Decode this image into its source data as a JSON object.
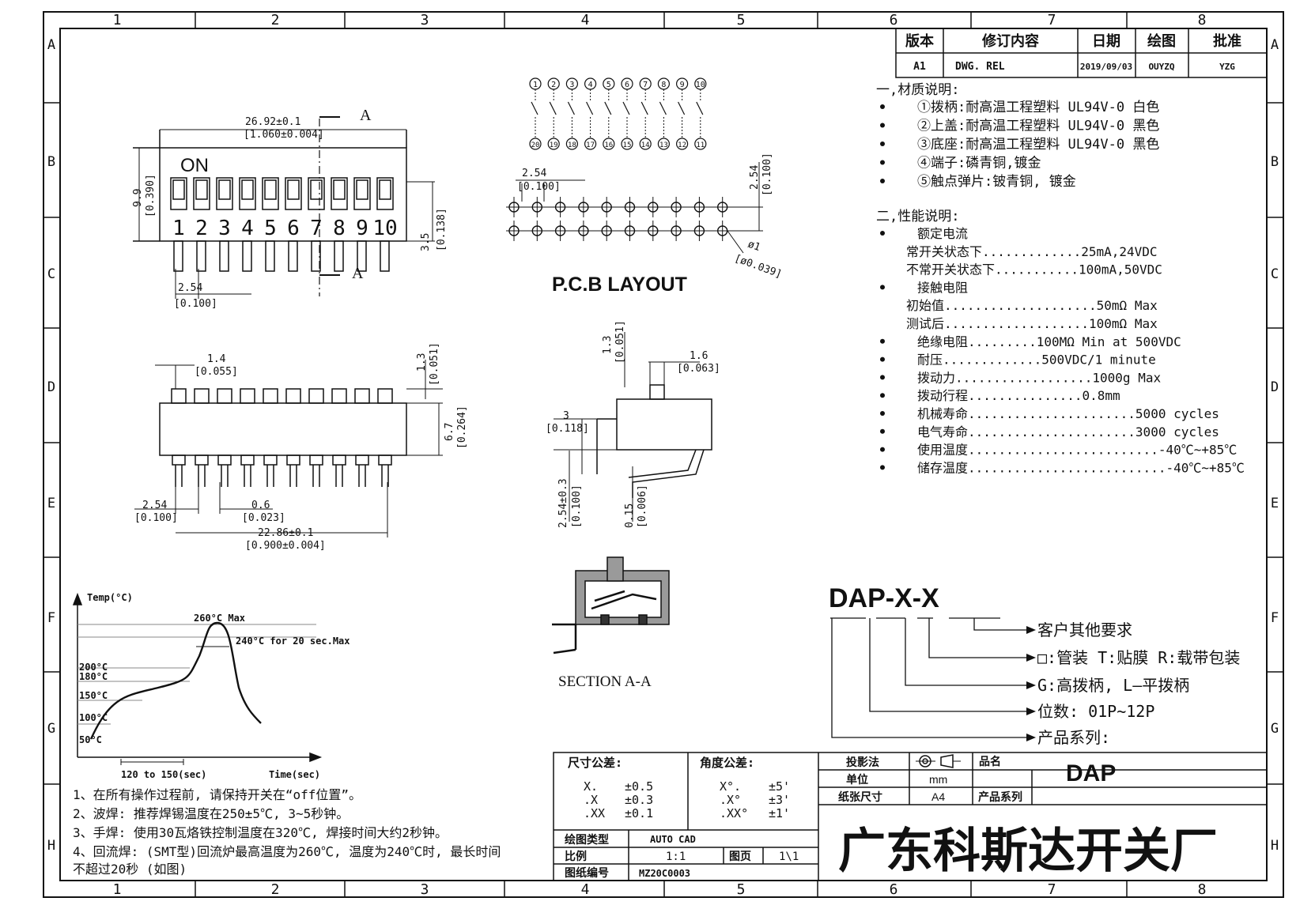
{
  "border": {
    "cols_top": [
      "1",
      "2",
      "3",
      "4",
      "5",
      "6",
      "7",
      "8"
    ],
    "cols_bottom": [
      "1",
      "2",
      "3",
      "4",
      "5",
      "6",
      "7",
      "8"
    ],
    "rows": [
      "A",
      "B",
      "C",
      "D",
      "E",
      "F",
      "G",
      "H"
    ]
  },
  "revision": {
    "headers": [
      "版本",
      "修订内容",
      "日期",
      "绘图",
      "批准"
    ],
    "row": [
      "A1",
      "DWG. REL",
      "2019/09/03",
      "OUYZQ",
      "YZG"
    ]
  },
  "material": {
    "title": "一,材质说明:",
    "items": [
      "①拨柄:耐高温工程塑料 UL94V-0 白色",
      "②上盖:耐高温工程塑料 UL94V-0 黑色",
      "③底座:耐高温工程塑料 UL94V-0 黑色",
      "④端子:磷青铜,镀金",
      "⑤触点弹片:铍青铜, 镀金"
    ]
  },
  "performance": {
    "title": "二,性能说明:",
    "lines": [
      {
        "bullet": true,
        "text": "额定电流"
      },
      {
        "bullet": false,
        "text": "常开关状态下.............25mA,24VDC"
      },
      {
        "bullet": false,
        "text": "不常开关状态下...........100mA,50VDC"
      },
      {
        "bullet": true,
        "text": "接触电阻"
      },
      {
        "bullet": false,
        "text": "初始值....................50mΩ Max"
      },
      {
        "bullet": false,
        "text": "测试后...................100mΩ Max"
      },
      {
        "bullet": true,
        "text": "绝缘电阻.........100MΩ Min at 500VDC"
      },
      {
        "bullet": true,
        "text": "耐压.............500VDC/1 minute"
      },
      {
        "bullet": true,
        "text": "拨动力..................1000g Max"
      },
      {
        "bullet": true,
        "text": "拨动行程...............0.8mm"
      },
      {
        "bullet": true,
        "text": "机械寿命......................5000 cycles"
      },
      {
        "bullet": true,
        "text": "电气寿命......................3000 cycles"
      },
      {
        "bullet": true,
        "text": "使用温度.........................-40℃~+85℃"
      },
      {
        "bullet": true,
        "text": "储存温度..........................-40℃~+85℃"
      }
    ]
  },
  "front_view": {
    "on_label": "ON",
    "numbers": [
      "1",
      "2",
      "3",
      "4",
      "5",
      "6",
      "7",
      "8",
      "9",
      "10"
    ],
    "dim_width": "26.92±0.1",
    "dim_width_in": "[1.060±0.004]",
    "dim_height": "9.9",
    "dim_height_in": "[0.390]",
    "dim_pin": "3.5",
    "dim_pin_in": "[0.138]",
    "dim_pitch": "2.54",
    "dim_pitch_in": "[0.100]",
    "section_mark": "A"
  },
  "side_view": {
    "dim_a": "1.4",
    "dim_a_in": "[0.055]",
    "dim_b": "1.3",
    "dim_b_in": "[0.051]",
    "dim_c": "6.7",
    "dim_c_in": "[0.264]",
    "dim_d": "2.54",
    "dim_d_in": "[0.100]",
    "dim_e": "0.6",
    "dim_e_in": "[0.023]",
    "dim_f": "22.86±0.1",
    "dim_f_in": "[0.900±0.004]"
  },
  "pcb": {
    "title": "P.C.B LAYOUT",
    "top_nums": [
      "1",
      "2",
      "3",
      "4",
      "5",
      "6",
      "7",
      "8",
      "9",
      "10"
    ],
    "bot_nums": [
      "20",
      "19",
      "18",
      "17",
      "16",
      "15",
      "14",
      "13",
      "12",
      "11"
    ],
    "dim_pitch": "2.54",
    "dim_pitch_in": "[0.100]",
    "dim_row": "2.54",
    "dim_row_in": "[0.100]",
    "dim_hole": "ø1",
    "dim_hole_in": "[ø0.039]"
  },
  "profile": {
    "d1": "1.3",
    "d1_in": "[0.051]",
    "d2": "1.6",
    "d2_in": "[0.063]",
    "d3": "3",
    "d3_in": "[0.118]",
    "d4": "2.54±0.3",
    "d4_in": "[0.100]",
    "d5": "0.15",
    "d5_in": "[0.006]"
  },
  "section": {
    "label": "SECTION  A-A"
  },
  "reflow": {
    "y_label": "Temp(°C)",
    "x_label": "Time(sec)",
    "peak": "260°C Max",
    "hold": "240°C for 20 sec.Max",
    "ticks": [
      "200°C",
      "180°C",
      "150°C",
      "100°C",
      "50°C"
    ],
    "duration": "120 to 150(sec)"
  },
  "notes": [
    "1、在所有操作过程前, 请保持开关在“off位置”。",
    "2、波焊: 推荐焊锡温度在250±5℃, 3~5秒钟。",
    "3、手焊: 使用30瓦烙铁控制温度在320℃, 焊接时间大约2秒钟。",
    "4、回流焊: (SMT型)回流炉最高温度为260℃, 温度为240℃时, 最长时间",
    "不超过20秒 (如图)"
  ],
  "part_number": {
    "code": "DAP-X-X",
    "items": [
      "客户其他要求",
      "□:管装  T:贴膜   R:载带包装",
      "G:高拨柄, L—平拨柄",
      "位数: 01P~12P",
      "产品系列:"
    ]
  },
  "title_block": {
    "tol_title": "尺寸公差:",
    "tol_rows": [
      [
        "X.",
        "±0.5"
      ],
      [
        ".X",
        "±0.3"
      ],
      [
        ".XX",
        "±0.1"
      ]
    ],
    "ang_title": "角度公差:",
    "ang_rows": [
      [
        "X°.",
        "±5'"
      ],
      [
        ".X°",
        "±3'"
      ],
      [
        ".XX°",
        "±1'"
      ]
    ],
    "draw_type_label": "绘图类型",
    "draw_type": "AUTO CAD",
    "scale_label": "比例",
    "scale": "1:1",
    "page_label": "图页",
    "page": "1\\1",
    "dwg_no_label": "图纸编号",
    "dwg_no": "MZ20C0003",
    "proj_label": "投影法",
    "unit_label": "单位",
    "unit": "mm",
    "paper_label": "纸张尺寸",
    "paper": "A4",
    "name_label": "品名",
    "name": "DAP",
    "series_label": "产品系列",
    "company": "广东科斯达开关厂"
  }
}
